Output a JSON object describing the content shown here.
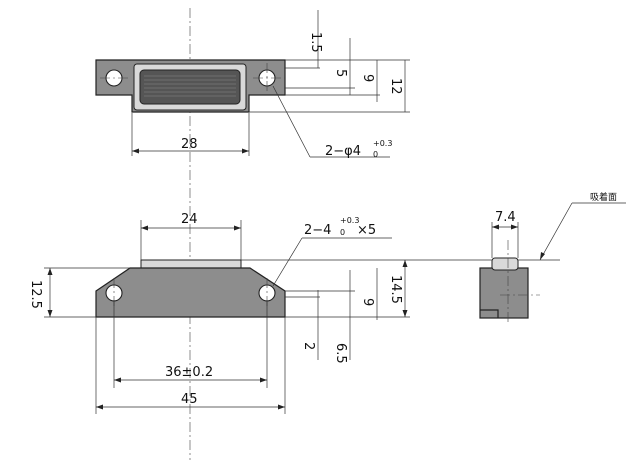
{
  "top_view": {
    "width_dim": "28",
    "dim_1_5": "1.5",
    "dim_5": "5",
    "dim_9": "9",
    "dim_12": "12",
    "hole_callout_main": "2−φ4",
    "hole_callout_tol_upper": "+0.3",
    "hole_callout_tol_lower": "0"
  },
  "front_view": {
    "width_dim_24": "24",
    "slot_callout_main": "2−4",
    "slot_callout_tol_upper": "+0.3",
    "slot_callout_tol_lower": "0",
    "slot_callout_suffix": "×5",
    "height_dim_12_5": "12.5",
    "dim_9": "9",
    "dim_14_5": "14.5",
    "dim_2": "2",
    "dim_6_5": "6.5",
    "pitch_dim": "36±0.2",
    "overall_dim": "45"
  },
  "side_view": {
    "width_dim": "7.4",
    "surface_label": "吸着面"
  }
}
